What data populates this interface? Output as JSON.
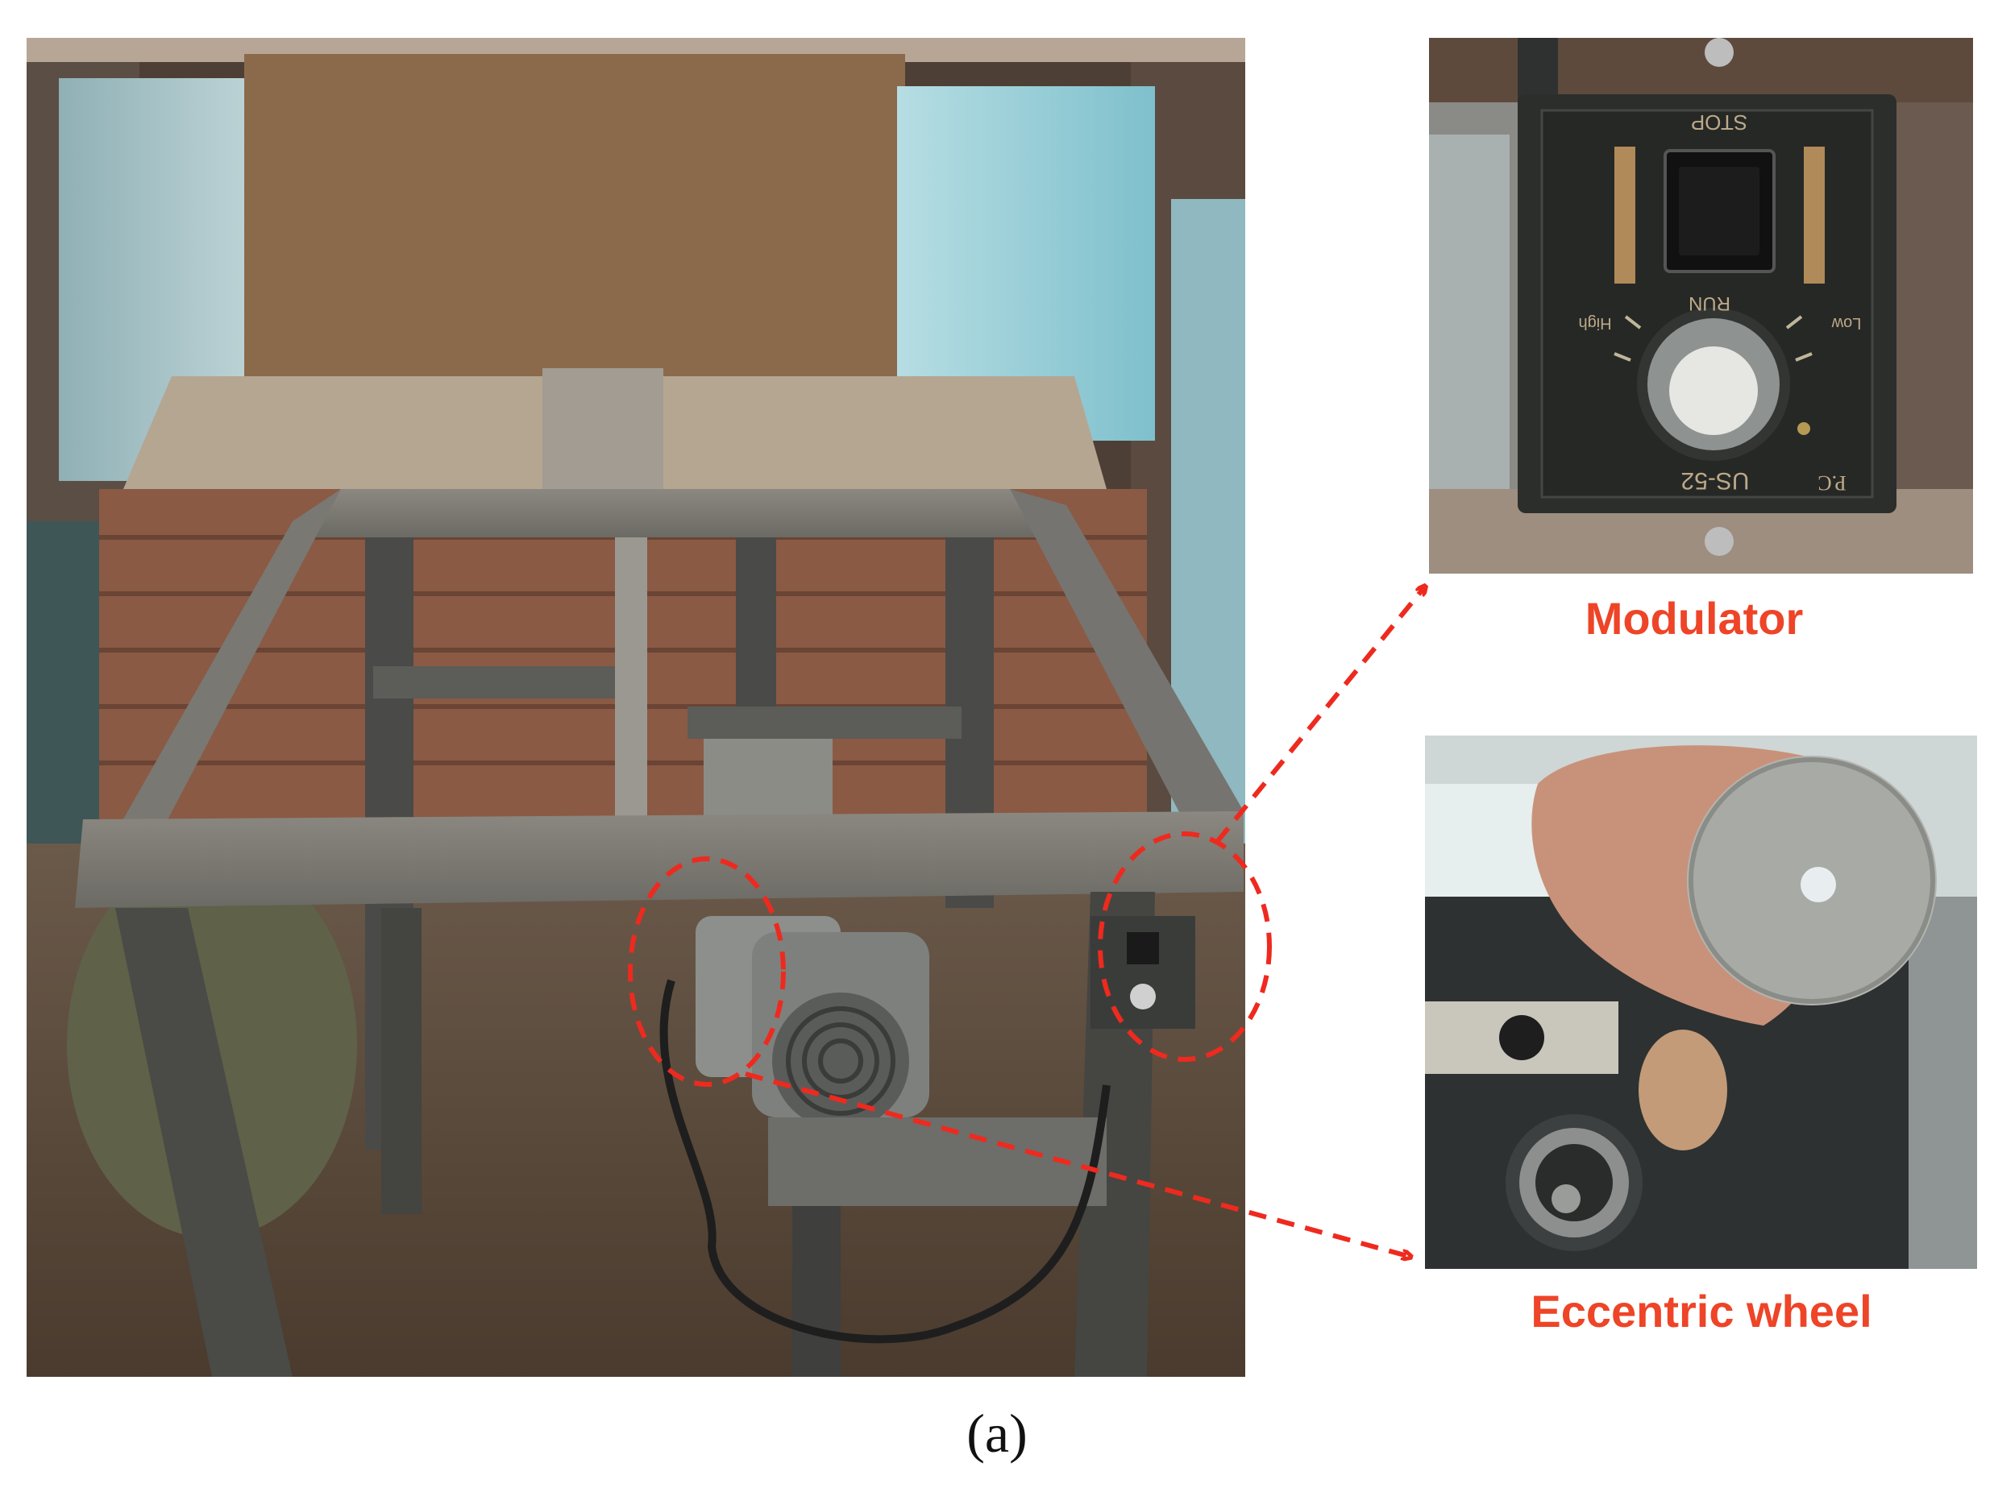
{
  "labels": {
    "modulator": "Modulator",
    "eccentric_wheel": "Eccentric wheel"
  },
  "caption": "(a)",
  "device_text": {
    "stop": "STOP",
    "run": "RUN",
    "high": "High",
    "low": "Low",
    "model": "US-52",
    "brand": "P.C"
  },
  "colors": {
    "callout": "#ee2a1f",
    "label": "#ee4427"
  }
}
